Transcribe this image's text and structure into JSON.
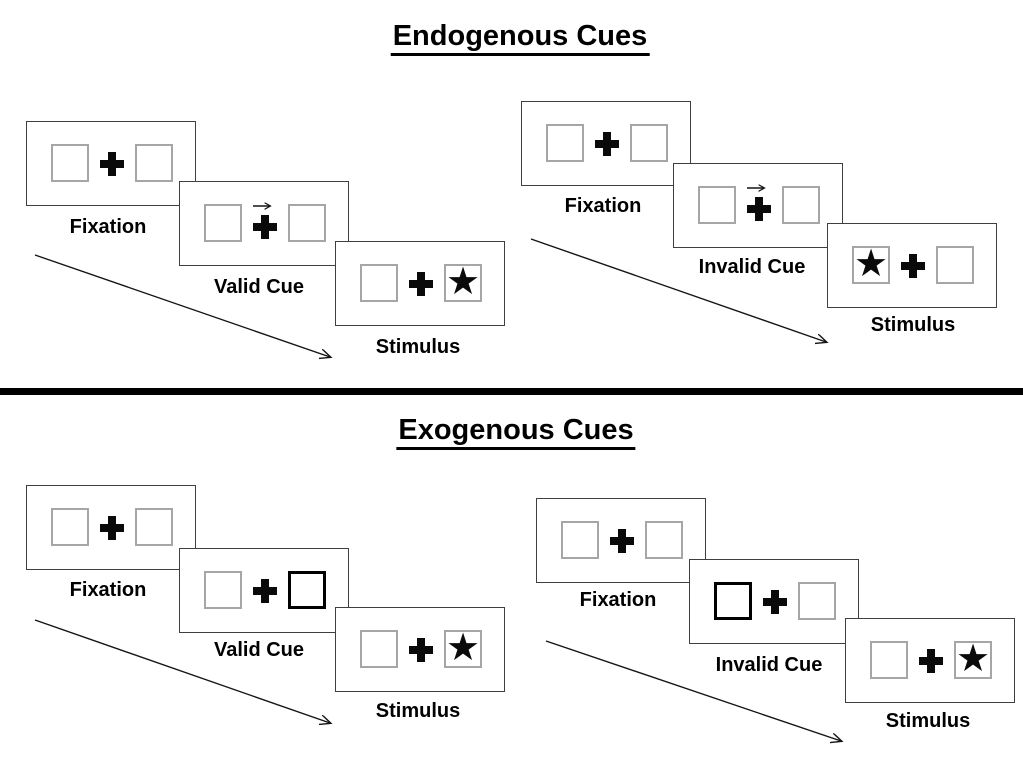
{
  "diagram": {
    "sections": {
      "endogenous": {
        "title": "Endogenous Cues",
        "valid": {
          "fixation": "Fixation",
          "cue": "Valid Cue",
          "stimulus": "Stimulus"
        },
        "invalid": {
          "fixation": "Fixation",
          "cue": "Invalid Cue",
          "stimulus": "Stimulus"
        }
      },
      "exogenous": {
        "title": "Exogenous Cues",
        "valid": {
          "fixation": "Fixation",
          "cue": "Valid Cue",
          "stimulus": "Stimulus"
        },
        "invalid": {
          "fixation": "Fixation",
          "cue": "Invalid Cue",
          "stimulus": "Stimulus"
        }
      }
    },
    "glyphs": {
      "star": "★"
    },
    "colors": {
      "text": "#000000",
      "panel_border": "#3f3f3f",
      "placeholder_box_border": "#a6a6a6",
      "exogenous_cue_box_border": "#000000",
      "divider": "#000000",
      "background": "#ffffff"
    }
  }
}
